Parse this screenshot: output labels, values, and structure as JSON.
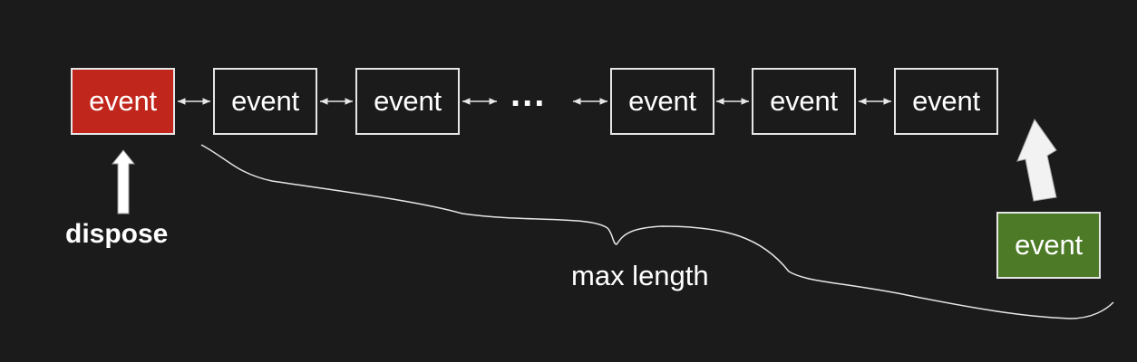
{
  "queue": {
    "head_label": "event",
    "items": [
      "event",
      "event",
      "event",
      "event",
      "event"
    ],
    "ellipsis": "...",
    "incoming_label": "event"
  },
  "annotations": {
    "dispose": "dispose",
    "max_length": "max length"
  },
  "colors": {
    "background": "#1b1b1b",
    "disposed_event": "#c1261c",
    "incoming_event": "#4c7a26",
    "stroke": "#e6e6e6"
  }
}
